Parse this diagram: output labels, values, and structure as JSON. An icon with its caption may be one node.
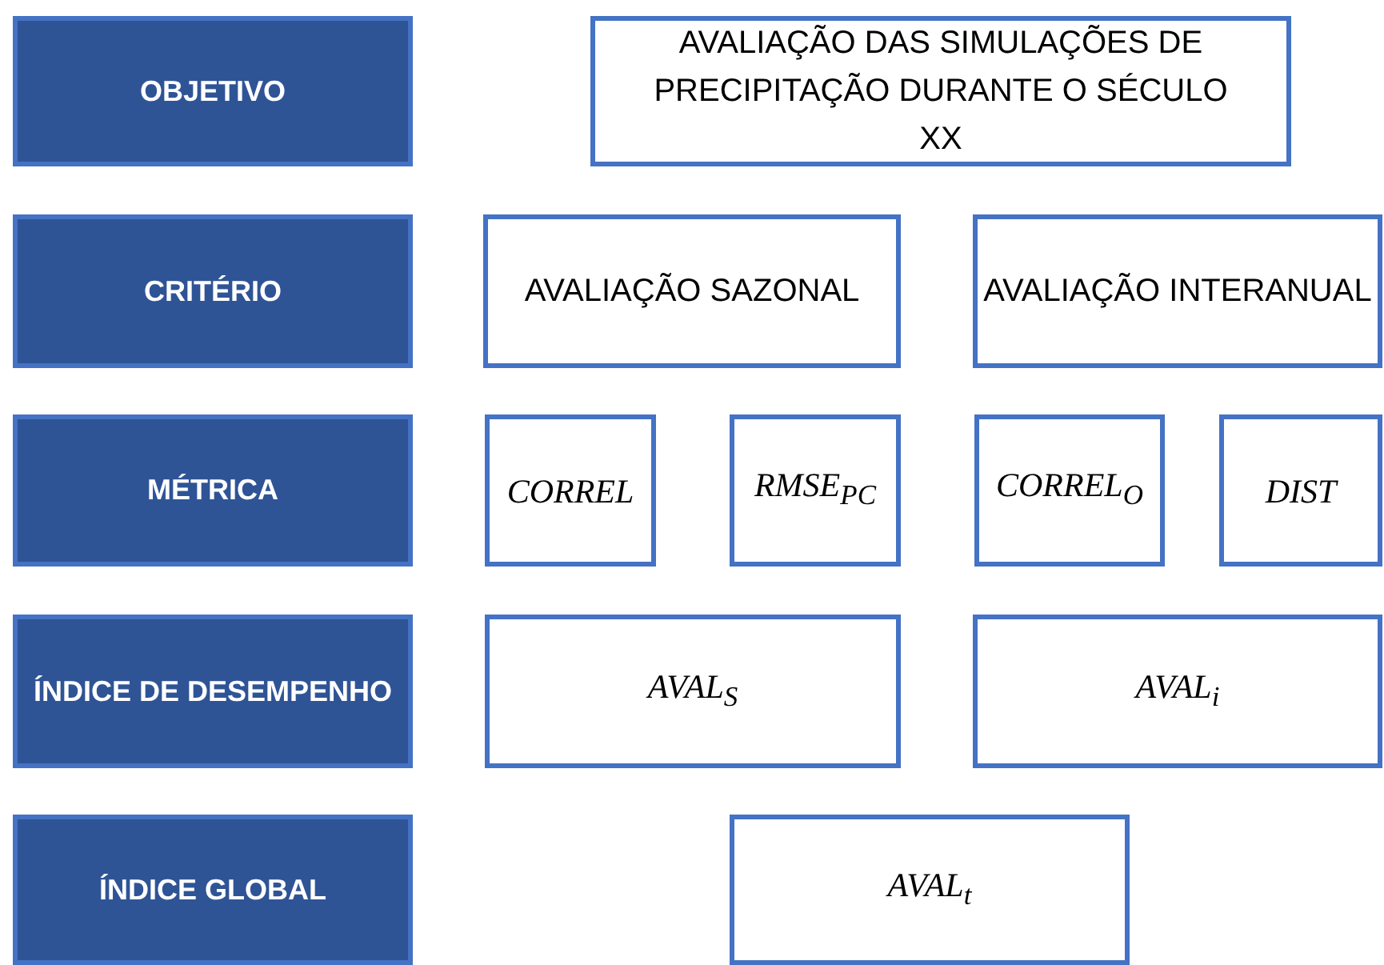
{
  "diagram": {
    "nodes": [
      {
        "text": [
          "OBJETIVO"
        ]
      },
      {
        "text": [
          "AVALIAÇÃO DAS SIMULAÇÕES DE PRECIPITAÇÃO DURANTE O SÉCULO XX"
        ]
      },
      {
        "text": [
          "CRITÉRIO"
        ]
      },
      {
        "text": [
          "AVALIAÇÃO SAZONAL"
        ]
      },
      {
        "text": [
          "AVALIAÇÃO INTERANUAL"
        ]
      },
      {
        "text": [
          "MÉTRICA"
        ]
      },
      {
        "text": [
          "CORREL"
        ]
      },
      {
        "text": [
          "RMSE$_{PC}$"
        ]
      },
      {
        "text": [
          "CORREL$_{O}$"
        ]
      },
      {
        "text": [
          "DIST"
        ]
      },
      {
        "text": [
          "ÍNDICE DE DESEMPENHO"
        ]
      },
      {
        "text": [
          "AVAL$_{S}$"
        ]
      },
      {
        "text": [
          "AVAL$_{i}$"
        ]
      },
      {
        "text": [
          "ÍNDICE GLOBAL"
        ]
      },
      {
        "text": [
          "AVAL$_{t}$"
        ]
      }
    ]
  }
}
